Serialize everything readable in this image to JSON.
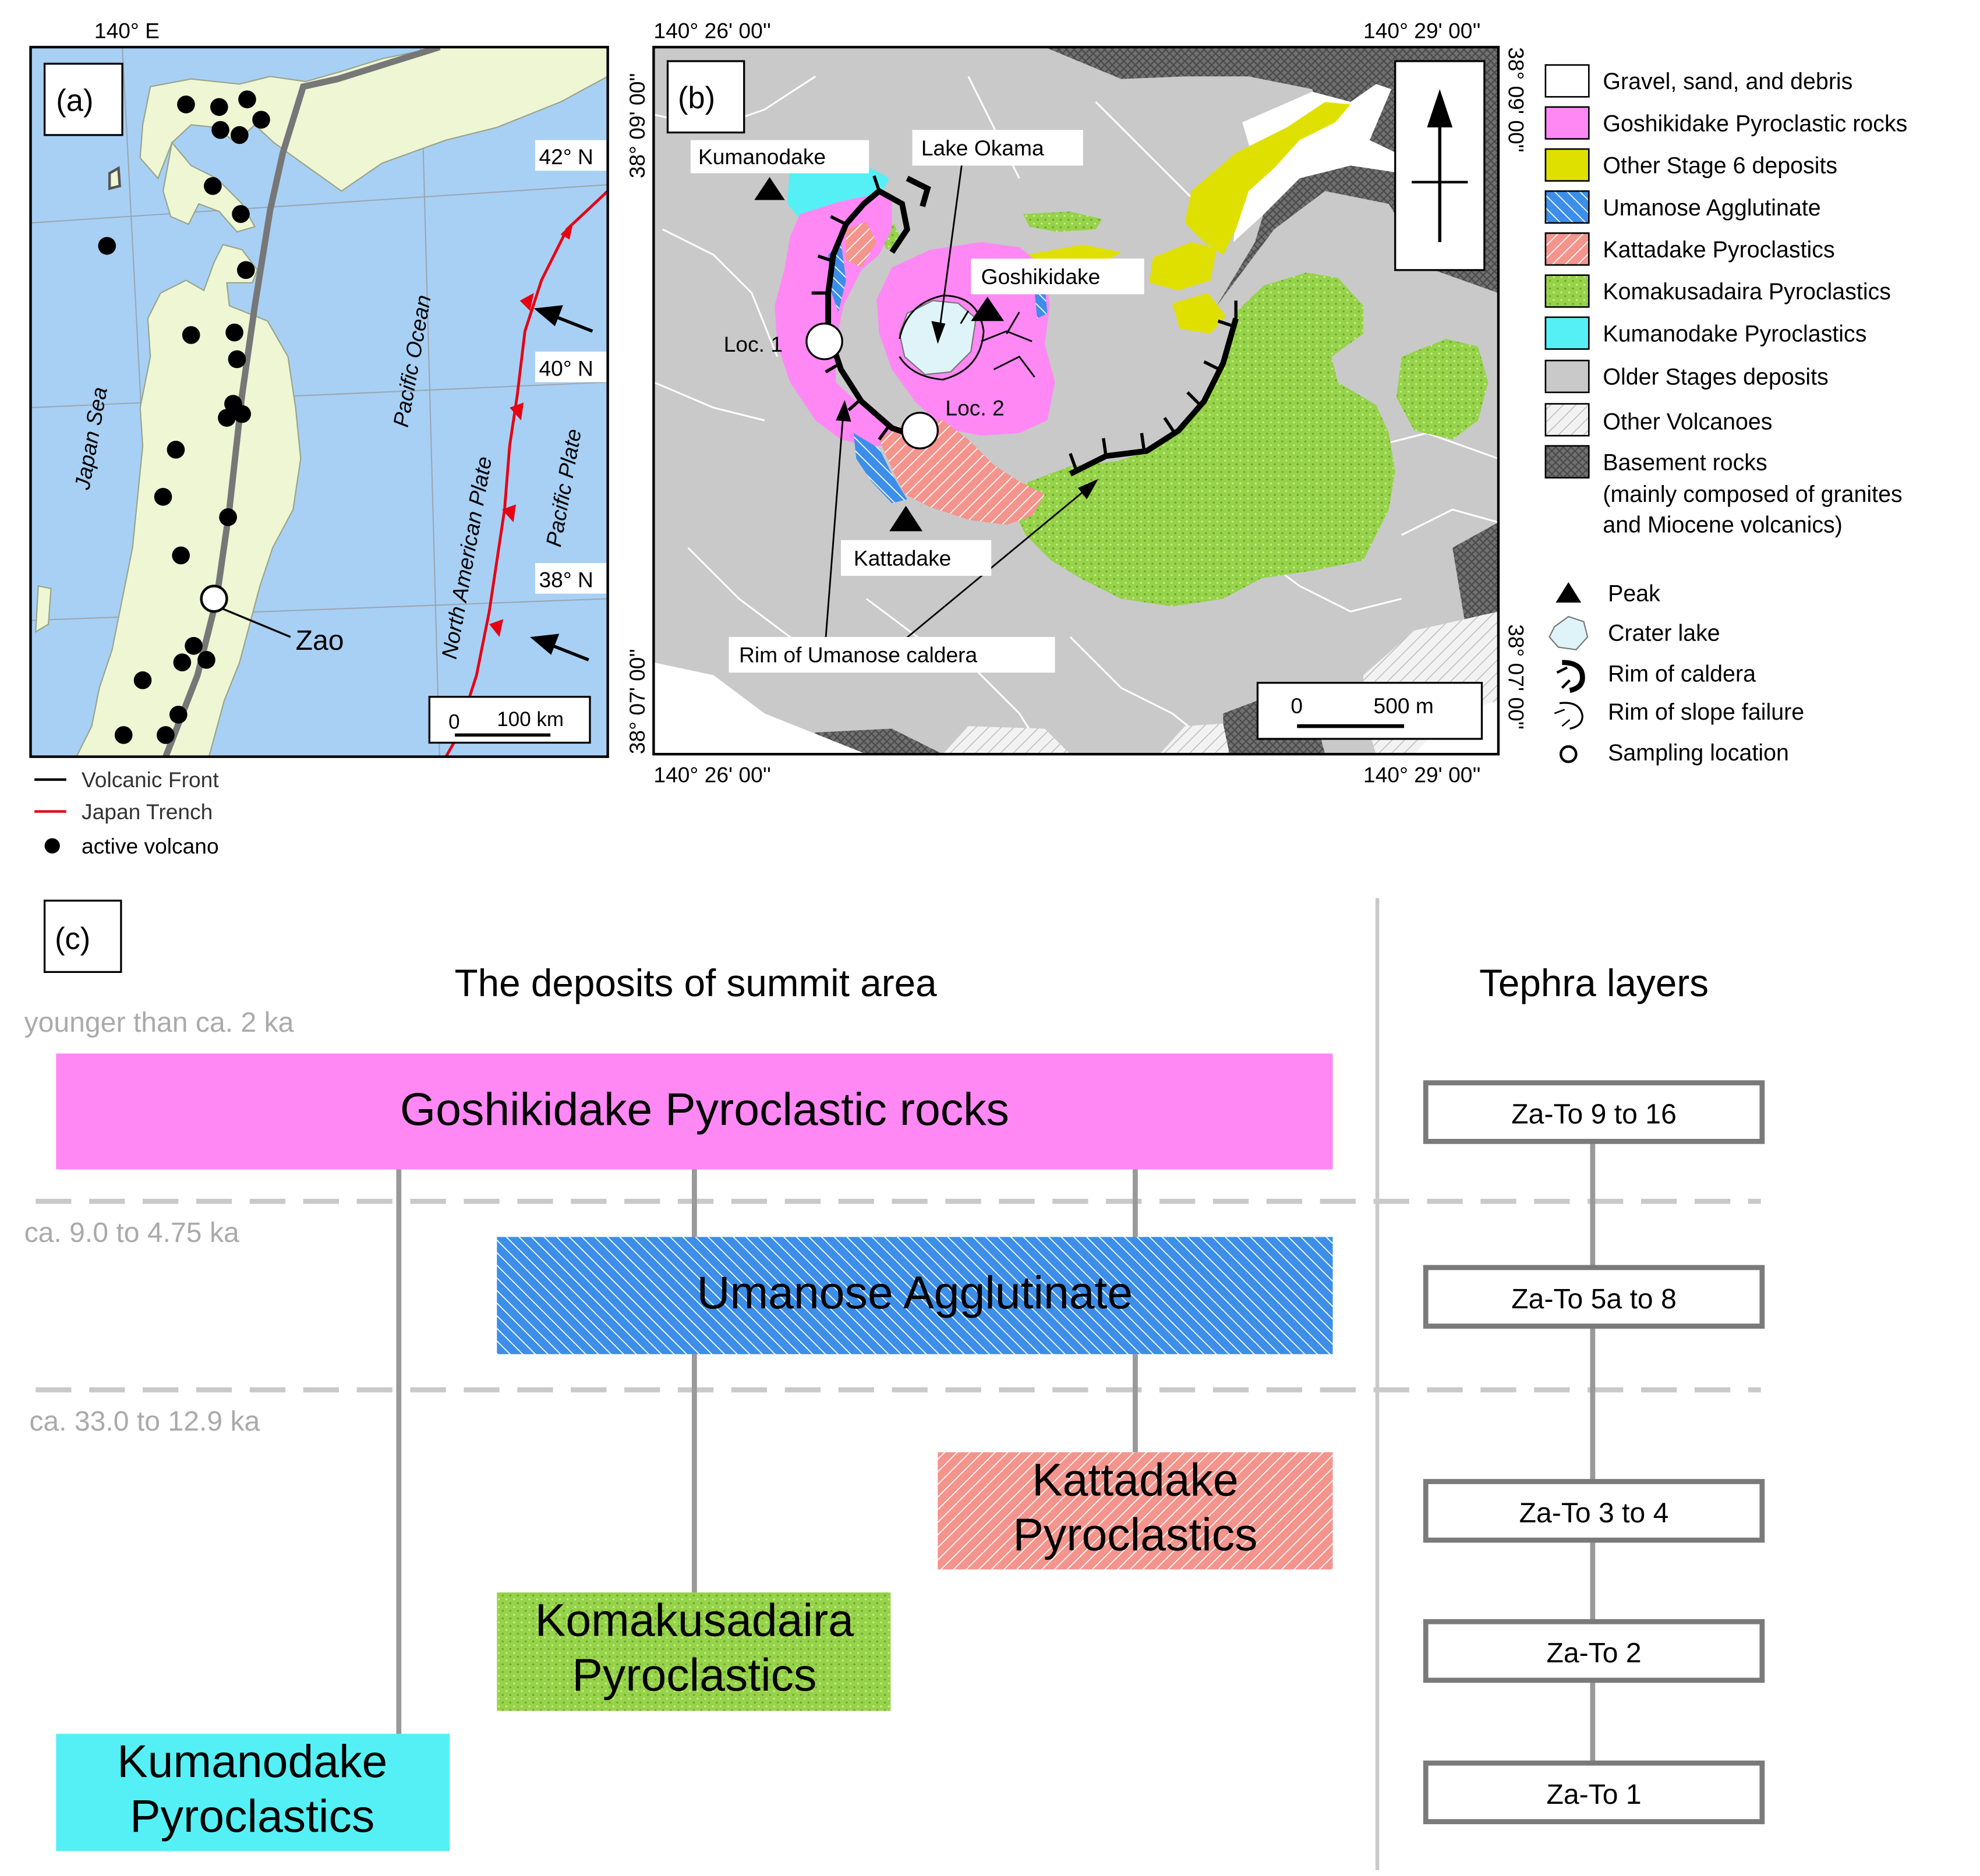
{
  "panel_a": {
    "label": "(a)",
    "lon_label": "140° E",
    "lat_labels": [
      "42° N",
      "40° N",
      "38° N"
    ],
    "sea_labels": {
      "japan_sea": "Japan Sea",
      "pacific_ocean": "Pacific Ocean"
    },
    "plate_labels": {
      "north_american": "North American Plate",
      "pacific": "Pacific Plate"
    },
    "zao_label": "Zao",
    "scale": {
      "zero": "0",
      "length": "100 km"
    },
    "legend": [
      {
        "label": "Volcanic Front",
        "color": "#000000"
      },
      {
        "label": "Japan Trench",
        "color": "#e60012"
      },
      {
        "label": "active volcano",
        "color": "#000000"
      }
    ],
    "colors": {
      "sea": "#a8d0f5",
      "land": "#eef6d4",
      "front": "#777777",
      "trench": "#e60012"
    }
  },
  "panel_b": {
    "label": "(b)",
    "coords": {
      "top_left": "140° 26' 00''",
      "top_right": "140° 29' 00''",
      "bottom_left": "140° 26' 00''",
      "bottom_right": "140° 29' 00''",
      "left_top": "38° 09' 00''",
      "left_bottom": "38° 07' 00''",
      "right_top": "38° 09' 00''",
      "right_bottom": "38° 07' 00''"
    },
    "places": {
      "kumanodake": "Kumanodake",
      "lake_okama": "Lake Okama",
      "goshikidake": "Goshikidake",
      "loc1": "Loc. 1",
      "loc2": "Loc. 2",
      "kattadake": "Kattadake",
      "rim": "Rim of Umanose caldera"
    },
    "scale": {
      "zero": "0",
      "length": "500 m"
    },
    "legend_units": [
      {
        "label": "Gravel, sand, and debris",
        "color": "#ffffff",
        "pattern": "none"
      },
      {
        "label": "Goshikidake Pyroclastic rocks",
        "color": "#ff88f5",
        "pattern": "none"
      },
      {
        "label": "Other Stage 6 deposits",
        "color": "#e0e000",
        "pattern": "none"
      },
      {
        "label": "Umanose Agglutinate",
        "color": "#3c8ee8",
        "pattern": "hatch"
      },
      {
        "label": "Kattadake Pyroclastics",
        "color": "#f4948c",
        "pattern": "hatch"
      },
      {
        "label": "Komakusadaira Pyroclastics",
        "color": "#96d24a",
        "pattern": "dots"
      },
      {
        "label": "Kumanodake Pyroclastics",
        "color": "#55f0f5",
        "pattern": "none"
      },
      {
        "label": "Older Stages deposits",
        "color": "#c9c9c9",
        "pattern": "none"
      },
      {
        "label": "Other Volcanoes",
        "color": "#eeeeee",
        "pattern": "hatch-light"
      },
      {
        "label": "Basement rocks",
        "color": "#777777",
        "pattern": "crosshatch"
      }
    ],
    "basement_note_lines": [
      "(mainly composed of granites",
      "and Miocene volcanics)"
    ],
    "legend_symbols": [
      {
        "label": "Peak",
        "icon": "triangle-icon"
      },
      {
        "label": "Crater lake",
        "icon": "crater-lake-icon"
      },
      {
        "label": "Rim of caldera",
        "icon": "caldera-rim-icon"
      },
      {
        "label": "Rim of slope failure",
        "icon": "slope-failure-icon"
      },
      {
        "label": "Sampling location",
        "icon": "circle-icon"
      }
    ]
  },
  "panel_c": {
    "label": "(c)",
    "heading_left": "The deposits of summit area",
    "heading_right": "Tephra layers",
    "ages": [
      "younger than ca. 2 ka",
      "ca. 9.0 to 4.75 ka",
      "ca. 33.0 to 12.9 ka"
    ],
    "units": [
      {
        "lines": [
          "Goshikidake Pyroclastic rocks"
        ],
        "color": "#ff88f5",
        "pattern": "none"
      },
      {
        "lines": [
          "Umanose Agglutinate"
        ],
        "color": "#3c8ee8",
        "pattern": "hatch"
      },
      {
        "lines": [
          "Kattadake",
          "Pyroclastics"
        ],
        "color": "#f4948c",
        "pattern": "hatch"
      },
      {
        "lines": [
          "Komakusadaira",
          "Pyroclastics"
        ],
        "color": "#96d24a",
        "pattern": "dots"
      },
      {
        "lines": [
          "Kumanodake",
          "Pyroclastics"
        ],
        "color": "#55f0f5",
        "pattern": "none"
      }
    ],
    "tephra": [
      "Za-To 9 to 16",
      "Za-To 5a to 8",
      "Za-To 3 to 4",
      "Za-To 2",
      "Za-To 1"
    ]
  }
}
